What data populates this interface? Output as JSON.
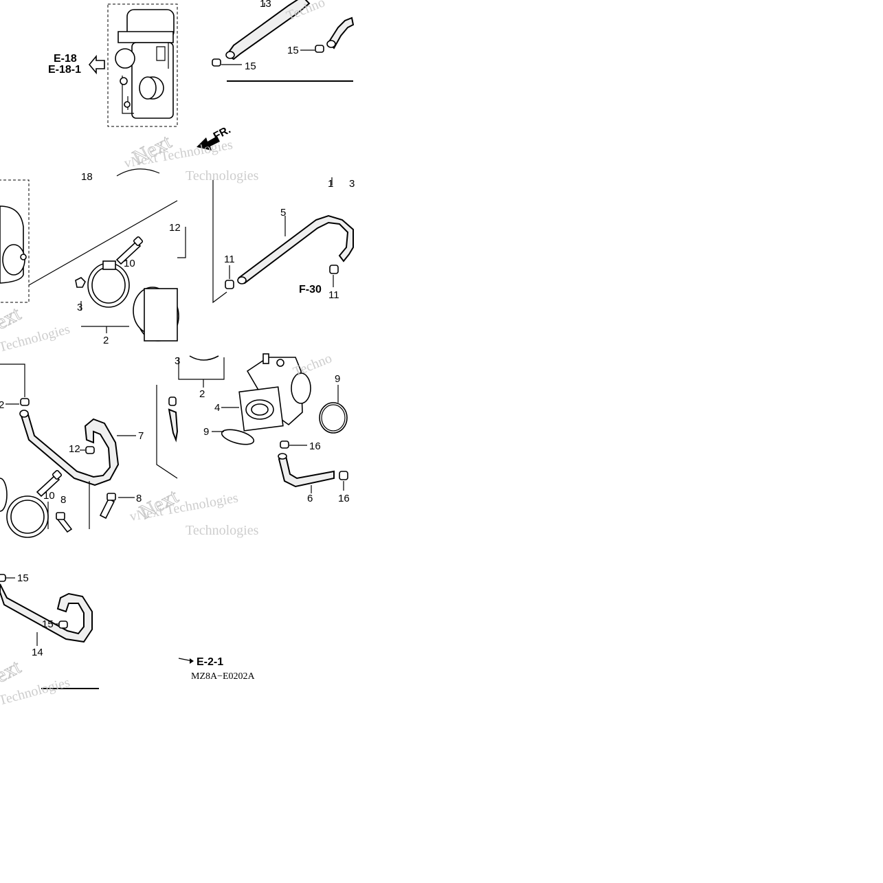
{
  "diagram": {
    "refs": {
      "e18": "E-18",
      "e18_1": "E-18-1",
      "f30": "F-30",
      "e2_1": "E-2-1",
      "fr": "FR.",
      "code": "MZ8A−E0202A"
    },
    "watermarks": {
      "w1": "vNext Technologies",
      "w2": "vNext Technologies",
      "w3": "Technologies",
      "w4": "Techno",
      "w5": "Next",
      "w6": "Next",
      "w7": "ext",
      "w8": "ext"
    },
    "callouts": {
      "c13": "13",
      "c15a": "15",
      "c15b": "15",
      "c1": "1",
      "c3t": "3",
      "c5": "5",
      "c11a": "11",
      "c11b": "11",
      "c12a": "12",
      "c10a": "10",
      "c3a": "3",
      "c2a": "2",
      "c3b": "3",
      "c2b": "2",
      "c9a": "9",
      "c4": "4",
      "c9b": "9",
      "c16a": "16",
      "c6": "6",
      "c16b": "16",
      "c12b": "2",
      "c7": "7",
      "c12c": "12",
      "c10b": "10",
      "c8a": "8",
      "c8b": "8",
      "c15c": "15",
      "c15d": "15",
      "c14": "14",
      "c18": "18"
    }
  }
}
